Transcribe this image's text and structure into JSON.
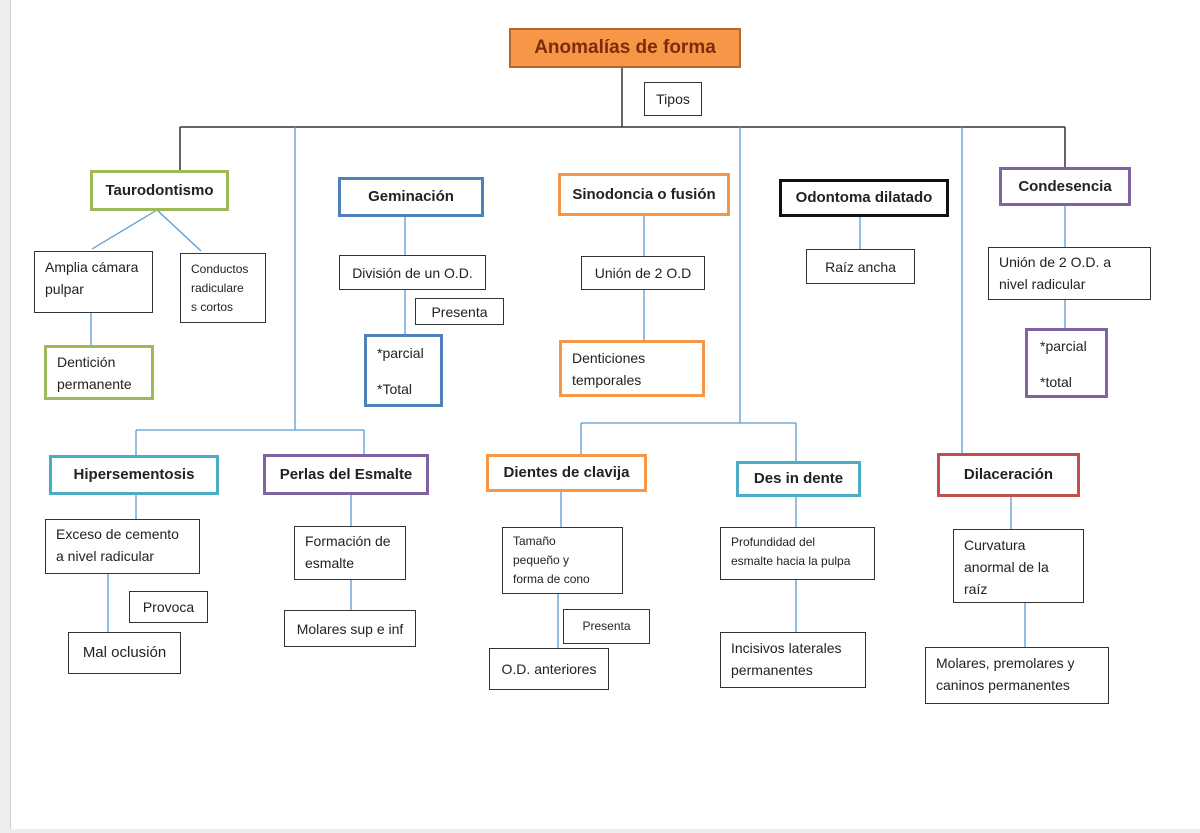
{
  "title": "Anomalías de forma",
  "types_label": "Tipos",
  "taurodontismo": {
    "name": "Taurodontismo",
    "chamber_line1": "Amplia cámara",
    "chamber_line2": "pulpar",
    "canals_line1": "Conductos",
    "canals_line2": "radiculare",
    "canals_line3": "s cortos",
    "dentition_line1": "Dentición",
    "dentition_line2": "permanente"
  },
  "geminacion": {
    "name": "Geminación",
    "division": "División de un O.D.",
    "presenta": "Presenta",
    "parcial": "*parcial",
    "total": "*Total"
  },
  "sinodoncia": {
    "name": "Sinodoncia o fusión",
    "union": "Unión de 2 O.D",
    "temporal_line1": "Denticiones",
    "temporal_line2": "temporales"
  },
  "odontoma": {
    "name": "Odontoma dilatado",
    "root": "Raíz ancha"
  },
  "condesencia": {
    "name": "Condesencia",
    "union_line1": "Unión de 2 O.D. a",
    "union_line2": "nivel radicular",
    "parcial": "*parcial",
    "total": "*total"
  },
  "hipersementosis": {
    "name": "Hipersementosis",
    "excess_line1": "Exceso de cemento",
    "excess_line2": "a nivel radicular",
    "provoca": "Provoca",
    "mal_oclusion": "Mal oclusión"
  },
  "perlas": {
    "name": "Perlas del Esmalte",
    "formation_line1": "Formación de",
    "formation_line2": "esmalte",
    "molars": "Molares sup e inf"
  },
  "clavija": {
    "name": "Dientes de clavija",
    "size_line1": "Tamaño",
    "size_line2": "pequeño y",
    "size_line3": "forma de cono",
    "presenta": "Presenta",
    "anteriores": "O.D. anteriores"
  },
  "des_in_dente": {
    "name": "Des in dente",
    "depth_line1": "Profundidad del",
    "depth_line2": "esmalte hacia la pulpa",
    "incisors_line1": "Incisivos laterales",
    "incisors_line2": "permanentes"
  },
  "dilaceracion": {
    "name": "Dilaceración",
    "curve_line1": "Curvatura",
    "curve_line2": "anormal de la",
    "curve_line3": "raíz",
    "teeth_line1": "Molares, premolares  y",
    "teeth_line2": "caninos permanentes"
  },
  "colors": {
    "title_fill": "#f79646",
    "green": "#9bbb59",
    "blue": "#4f81bd",
    "orange": "#f79646",
    "purple": "#8064a2",
    "teal": "#4bacc6",
    "red": "#c0504d",
    "connector_dark": "#333333",
    "connector_light": "#5b9bd5"
  }
}
